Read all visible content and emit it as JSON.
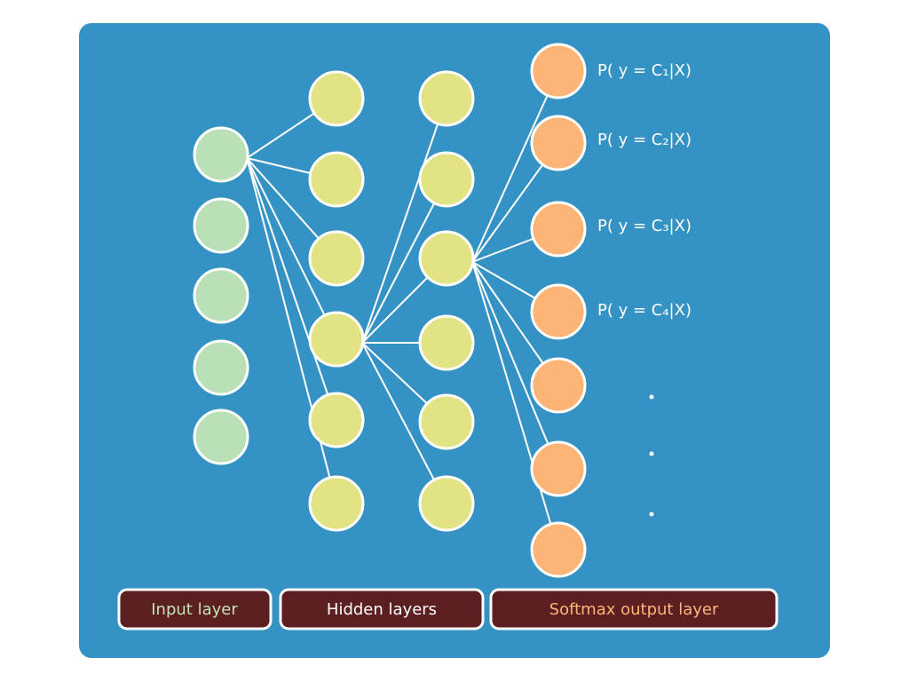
{
  "diagram": {
    "background_color": "#3592c4",
    "edge_color": "#ffffff",
    "layers": [
      {
        "id": "input",
        "node_count": 5,
        "fill": "#b9e0b6"
      },
      {
        "id": "hidden1",
        "node_count": 6,
        "fill": "#e2e384"
      },
      {
        "id": "hidden2",
        "node_count": 6,
        "fill": "#e2e384"
      },
      {
        "id": "output",
        "node_count": 7,
        "fill": "#fdb577"
      }
    ],
    "output_labels": [
      "P( y = C₁|X)",
      "P( y = C₂|X)",
      "P( y = C₃|X)",
      "P( y = C₄|X)"
    ],
    "ellipsis_dots": 3
  },
  "legend": {
    "box_fill": "#5b1f22",
    "box_stroke": "#ffffff",
    "input_label": "Input layer",
    "input_color": "#c4e3b4",
    "hidden_label": "Hidden layers",
    "hidden_color": "#ffffff",
    "output_label": "Softmax output layer",
    "output_color": "#fdb577"
  }
}
